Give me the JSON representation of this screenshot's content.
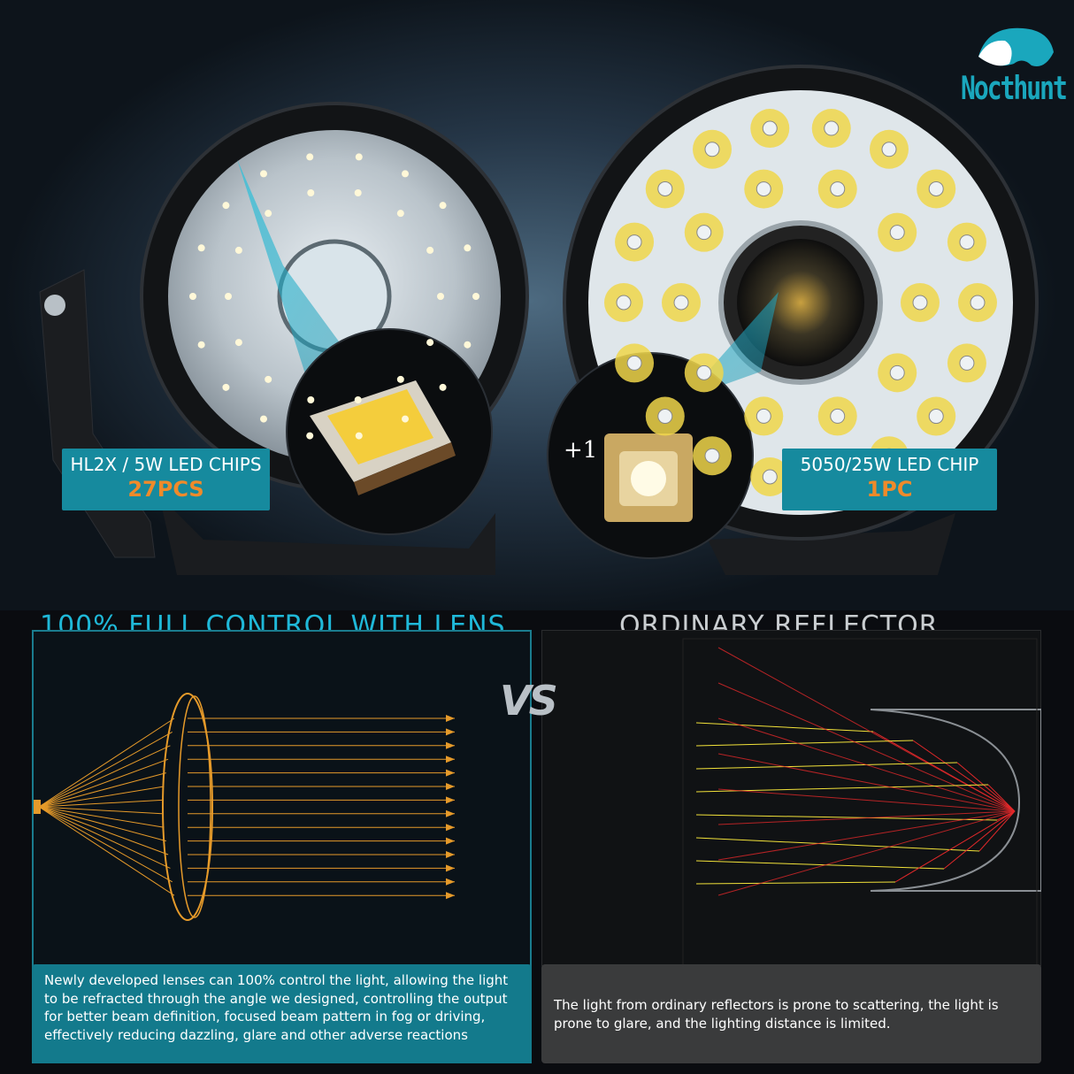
{
  "brand": {
    "name": "Nocthunt",
    "accent": "#1aa7bd"
  },
  "lamps": [
    {
      "chip_label": "HL2X / 5W LED CHIPS",
      "chip_count": "27PCS"
    },
    {
      "chip_label": "5050/25W LED CHIP",
      "chip_count": "1PC",
      "chip_badge": "+1"
    }
  ],
  "comparison": {
    "vs": "VS",
    "left": {
      "title": "100% FULL CONTROL WITH LENS",
      "description": "Newly developed lenses can 100% control the light, allowing the light to be refracted through the angle we designed, controlling the output for better beam definition, focused beam pattern in fog or driving, effectively reducing dazzling, glare and other adverse reactions"
    },
    "right": {
      "title": "ORDINARY REFLECTOR",
      "description": "The light from ordinary reflectors is prone to scattering, the light is prone to glare, and the lighting distance is limited."
    }
  },
  "colors": {
    "teal": "#168a9e",
    "orange": "#f08a2a",
    "ray_yellow": "#f2e23a",
    "ray_red": "#e0282a",
    "lens_orange": "#e59a2a"
  }
}
